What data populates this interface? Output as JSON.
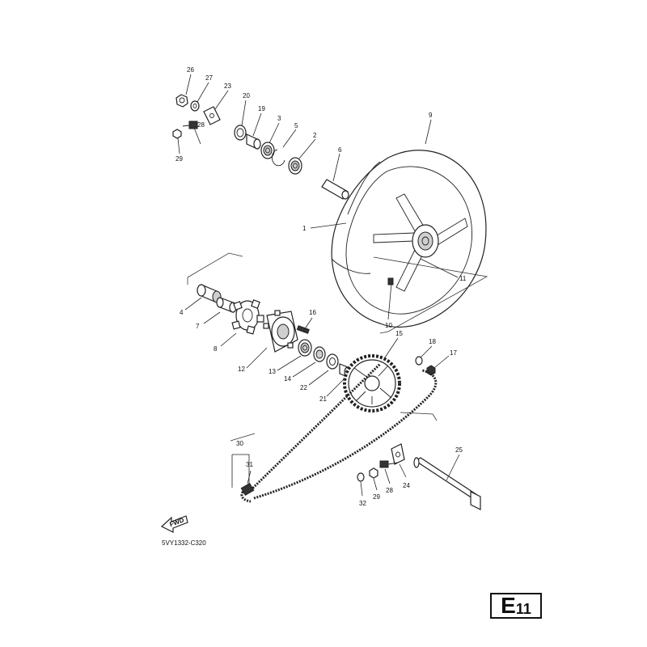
{
  "callouts": {
    "c1": "1",
    "c2": "2",
    "c3": "3",
    "c4": "4",
    "c5": "5",
    "c6": "6",
    "c7": "7",
    "c8": "8",
    "c9": "9",
    "c10": "10",
    "c11": "11",
    "c12": "12",
    "c13": "13",
    "c14": "14",
    "c15": "15",
    "c16": "16",
    "c17": "17",
    "c18": "18",
    "c19": "19",
    "c20": "20",
    "c21": "21",
    "c22": "22",
    "c23": "23",
    "c24": "24",
    "c25": "25",
    "c26": "26",
    "c27": "27",
    "c28a": "28",
    "c28b": "28",
    "c29a": "29",
    "c29b": "29",
    "c30": "30",
    "c31": "31",
    "c32": "32"
  },
  "fwd_label": "FWD",
  "diagram_code": "5VY1332-C320",
  "page_label": {
    "letter": "E",
    "number": "11"
  }
}
